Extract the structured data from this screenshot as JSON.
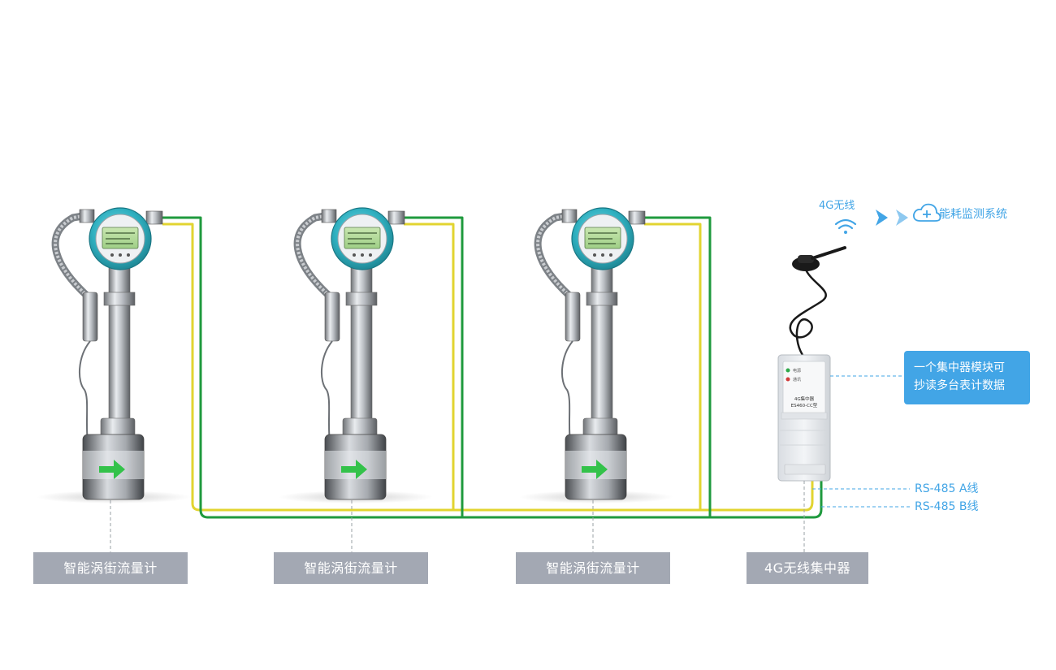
{
  "meters": [
    {
      "label": "智能涡街流量计"
    },
    {
      "label": "智能涡街流量计"
    },
    {
      "label": "智能涡街流量计"
    }
  ],
  "concentrator": {
    "label": "4G无线集中器",
    "panel_line1": "4G集中器",
    "panel_line2": "ES460-CC型",
    "led_power": "电源",
    "led_comm": "通讯"
  },
  "wireless": {
    "label": "4G无线",
    "target": "能耗监测系统"
  },
  "callout": {
    "line1": "一个集中器模块可",
    "line2": "抄读多台表计数据"
  },
  "rs485": {
    "a_label": "RS-485 A线",
    "b_label": "RS-485 B线"
  },
  "colors": {
    "wire_green": "#1f9a3e",
    "wire_yellow": "#e2d430",
    "accent_blue": "#42a5e6",
    "label_gray": "#a3a8b3",
    "meter_teal": "#34b6c4",
    "arrow_green": "#33c24a"
  },
  "icons": {
    "wifi": "wifi-icon",
    "chevrons": "chevron-right-icon",
    "cloud": "cloud-icon",
    "flow_arrow": "arrow-right-icon"
  }
}
